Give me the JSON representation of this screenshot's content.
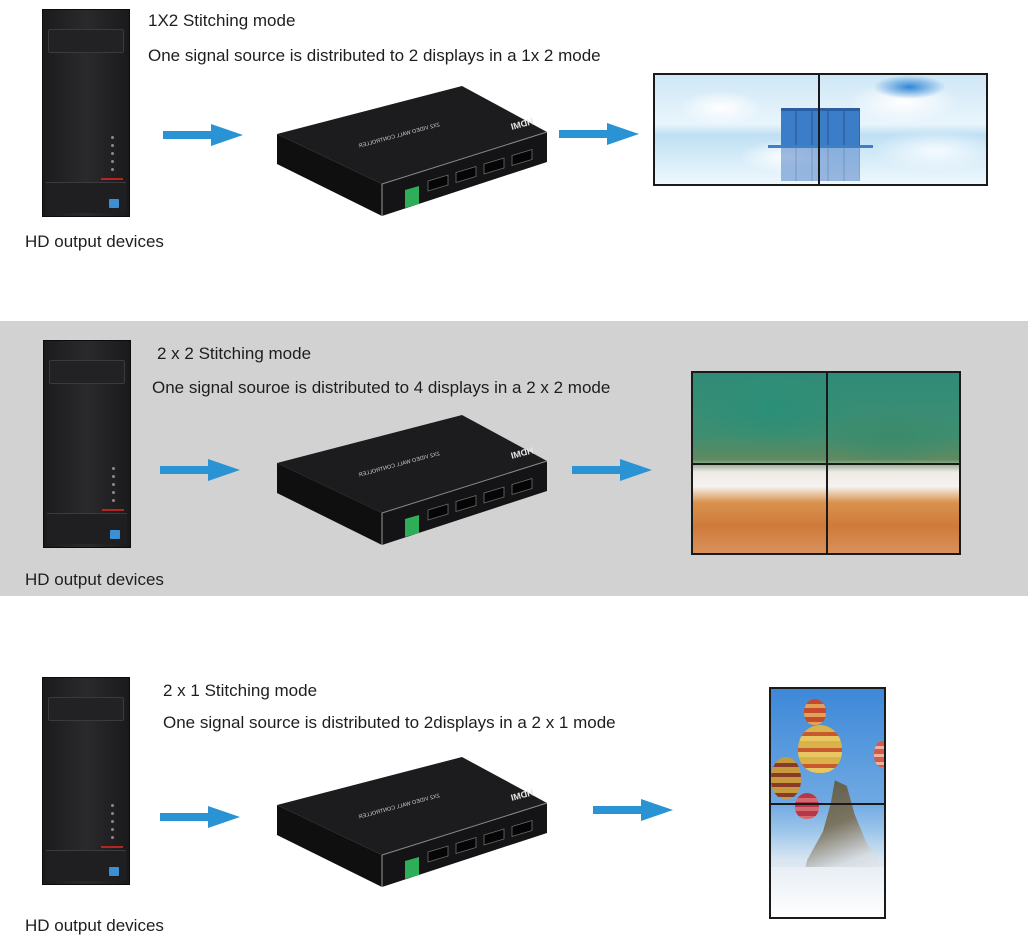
{
  "sections": [
    {
      "title": "1X2 Stitching mode",
      "description": "One signal source is distributed to 2 displays in a 1x 2 mode",
      "source_label": "HD output devices",
      "display_layout": {
        "rows": 1,
        "cols": 2
      },
      "display_image": "clouds-building",
      "background": "#ffffff"
    },
    {
      "title": "2 x 2 Stitching mode",
      "description": "One signal souroe is distributed to 4 displays in a 2 x 2 mode",
      "source_label": "HD output devices",
      "display_layout": {
        "rows": 2,
        "cols": 2
      },
      "display_image": "aerial-beach",
      "background": "#d2d2d2"
    },
    {
      "title": "2 x 1 Stitching mode",
      "description": "One signal source is distributed to 2displays in a 2 x 1 mode",
      "source_label": "HD output devices",
      "display_layout": {
        "rows": 2,
        "cols": 1
      },
      "display_image": "hot-air-balloons",
      "background": "#ffffff"
    }
  ],
  "controller": {
    "model_text": "2X2 VIDEO WALL CONTROLLER",
    "logo_text": "HDMI",
    "port_count": 4
  },
  "icons": {
    "source": "pc-tower-icon",
    "flow": "arrow-right-icon",
    "controller": "video-wall-controller-icon",
    "output": "display-wall-icon"
  },
  "colors": {
    "arrow": "#2a93d4",
    "gray_band": "#d2d2d2",
    "text": "#1e1e1e",
    "terminal_green": "#2fae5a"
  }
}
